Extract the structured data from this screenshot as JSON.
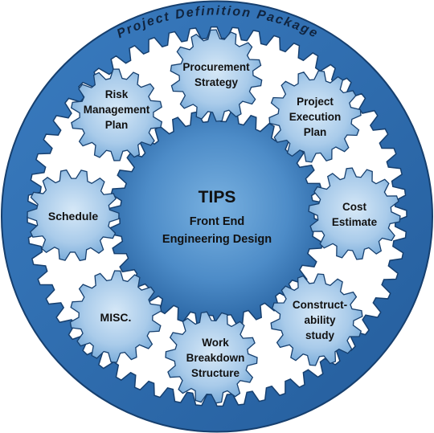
{
  "ring_title": "Project Definition Package",
  "center": {
    "title": "TIPS",
    "subtitle_line1": "Front End",
    "subtitle_line2": "Engineering Design"
  },
  "gears": [
    {
      "id": "procurement",
      "lines": [
        "Procurement",
        "Strategy"
      ]
    },
    {
      "id": "execution",
      "lines": [
        "Project",
        "Execution",
        "Plan"
      ]
    },
    {
      "id": "cost",
      "lines": [
        "Cost",
        "Estimate"
      ]
    },
    {
      "id": "constructability",
      "lines": [
        "Construct-",
        "ability",
        "study"
      ]
    },
    {
      "id": "wbs",
      "lines": [
        "Work",
        "Breakdown",
        "Structure"
      ]
    },
    {
      "id": "misc",
      "lines": [
        "MISC."
      ]
    },
    {
      "id": "schedule",
      "lines": [
        "Schedule"
      ]
    },
    {
      "id": "risk",
      "lines": [
        "Risk",
        "Management",
        "Plan"
      ]
    }
  ],
  "colors": {
    "ring_blue": "#2e6fb4",
    "ring_dark": "#1d4f8a",
    "gear_light": "#bcd7ee",
    "gear_mid": "#7fb2dd",
    "center_light": "#5d9ad2",
    "center_dark": "#24609f",
    "outline": "#163f6e"
  }
}
